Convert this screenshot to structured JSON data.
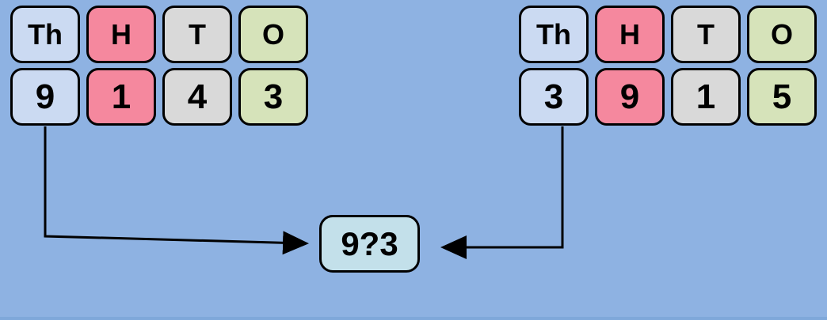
{
  "colors": {
    "background": "#8eb2e2",
    "background-edge": "#7fa8da",
    "box-thousands": "#cbdaf2",
    "box-hundreds": "#f5889e",
    "box-tens": "#d9d9d9",
    "box-ones": "#d6e3ba",
    "box-result": "#c3e0ea",
    "border": "#000000",
    "arrow": "#000000"
  },
  "left_table": {
    "headers": [
      "Th",
      "H",
      "T",
      "O"
    ],
    "digits": [
      "9",
      "1",
      "4",
      "3"
    ]
  },
  "right_table": {
    "headers": [
      "Th",
      "H",
      "T",
      "O"
    ],
    "digits": [
      "3",
      "9",
      "1",
      "5"
    ]
  },
  "comparison": {
    "value": "9?3"
  }
}
